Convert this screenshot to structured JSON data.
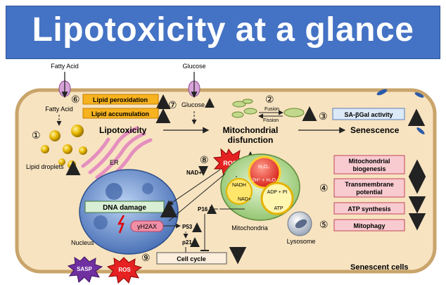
{
  "title": "Lipotoxicity at a glance",
  "inputs": {
    "fatty_acid_outside": "Fatty Acid",
    "fatty_acid_inside": "Fatty Acid",
    "glucose_outside": "Glucose",
    "glucose_inside": "Glucose"
  },
  "steps": {
    "s1": "①",
    "s2": "②",
    "s3": "③",
    "s4": "④",
    "s5": "⑤",
    "s6": "⑥",
    "s7": "⑦",
    "s8": "⑧",
    "s9": "⑨"
  },
  "labels": {
    "lipid_peroxidation": "Lipid peroxidation",
    "lipid_accumulation": "Lipid accumulation",
    "lipotoxicity": "Lipotoxicity",
    "mito_dysfunction_1": "Mitochondrial",
    "mito_dysfunction_2": "disfunction",
    "senescence": "Senescence",
    "sa_bgal": "SA-βGal activity",
    "fusion": "Fusion",
    "fission": "Fission",
    "lipid_droplets": "Lipid droplets",
    "er": "ER",
    "nad_plus": "NAD+",
    "ros": "ROS",
    "h2o2": "H₂O₂",
    "water_rxn": "2H⁺ + H₂O",
    "nadh": "NADH",
    "nad_plus_cycle": "NAD+",
    "adp_pi": "ADP + PI",
    "atp": "ATP",
    "mitochondria": "Mitochondria",
    "dna_damage": "DNA damage",
    "gamma_h2ax": "γH2AX",
    "p53": "P53",
    "p21": "p21",
    "p16": "P16",
    "nucleus": "Nucleus",
    "lysosome": "Lysosome",
    "cell_cycle": "Cell cycle",
    "sasp": "SASP",
    "ros_bottom": "ROS",
    "senescent_cells": "Senescent cells"
  },
  "right_boxes": {
    "mito_biogenesis_1": "Mitochondrial",
    "mito_biogenesis_2": "biogenesis",
    "transmembrane_1": "Transmembrane",
    "transmembrane_2": "potential",
    "atp_synthesis": "ATP synthesis",
    "mitophagy": "Mitophagy"
  },
  "colors": {
    "banner": "#4472c4",
    "up_arrow": "#e00000",
    "down_arrow": "#1f3fbf",
    "cell_fill": "#f7e3c0",
    "cell_border": "#c9a46a",
    "orange_box": "#f6b21f",
    "pink_box": "#f8cbd0",
    "green_box": "#d9efd5",
    "blue_box": "#dce9f7"
  }
}
